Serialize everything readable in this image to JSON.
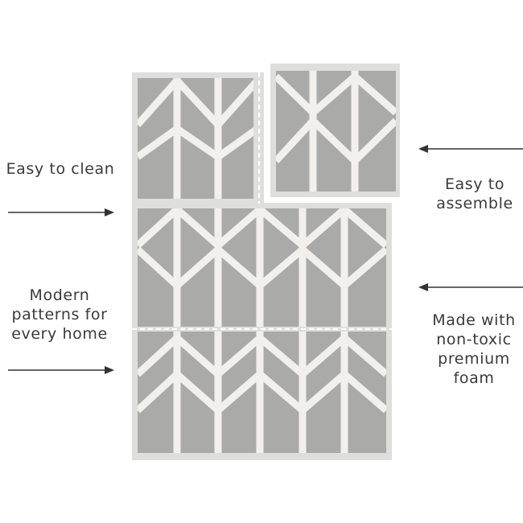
{
  "features": {
    "easy_clean": [
      "Easy to clean"
    ],
    "modern_patterns": [
      "Modern",
      "patterns for",
      "every home"
    ],
    "easy_assemble": [
      "Easy to",
      "assemble"
    ],
    "non_toxic": [
      "Made with",
      "non-toxic",
      "premium",
      "foam"
    ]
  },
  "colors": {
    "tile": "#aaaaa9",
    "border": "#dededc",
    "stripe": "#f2f0ec",
    "text": "#3a3a3a",
    "arrow": "#333333"
  }
}
